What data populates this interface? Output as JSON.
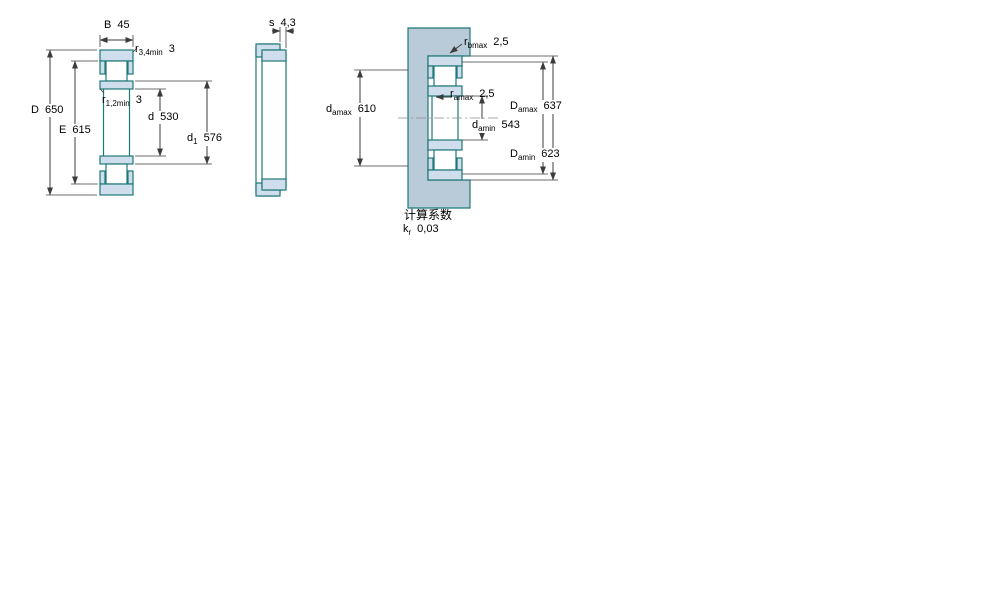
{
  "colors": {
    "outline": "#1e7878",
    "section_fill": "#cfdeec",
    "housing_fill": "#b9cbd9",
    "dimension_line": "#3c3c3c",
    "background": "#ffffff"
  },
  "views": {
    "cross_section": {
      "dimensions": {
        "B": {
          "symbol": "B",
          "value": "45"
        },
        "r34min": {
          "symbol": "r",
          "subscript": "3,4min",
          "value": "3"
        },
        "D": {
          "symbol": "D",
          "value": "650"
        },
        "E": {
          "symbol": "E",
          "value": "615"
        },
        "r12min": {
          "symbol": "r",
          "subscript": "1,2min",
          "value": "3"
        },
        "d": {
          "symbol": "d",
          "value": "530"
        },
        "d1": {
          "symbol": "d",
          "subscript": "1",
          "value": "576"
        }
      }
    },
    "side_view": {
      "dimensions": {
        "s": {
          "symbol": "s",
          "value": "4,3"
        }
      }
    },
    "mounting": {
      "dimensions": {
        "rbmax": {
          "symbol": "r",
          "subscript": "bmax",
          "value": "2,5"
        },
        "damax": {
          "symbol": "d",
          "subscript": "amax",
          "value": "610"
        },
        "ramax": {
          "symbol": "r",
          "subscript": "amax",
          "value": "2,5"
        },
        "Damax": {
          "symbol": "D",
          "subscript": "amax",
          "value": "637"
        },
        "damin": {
          "symbol": "d",
          "subscript": "amin",
          "value": "543"
        },
        "Damin": {
          "symbol": "D",
          "subscript": "amin",
          "value": "623"
        }
      }
    }
  },
  "calculation_factors": {
    "title": "计算系数",
    "kr": {
      "symbol": "k",
      "subscript": "r",
      "value": "0,03"
    }
  }
}
